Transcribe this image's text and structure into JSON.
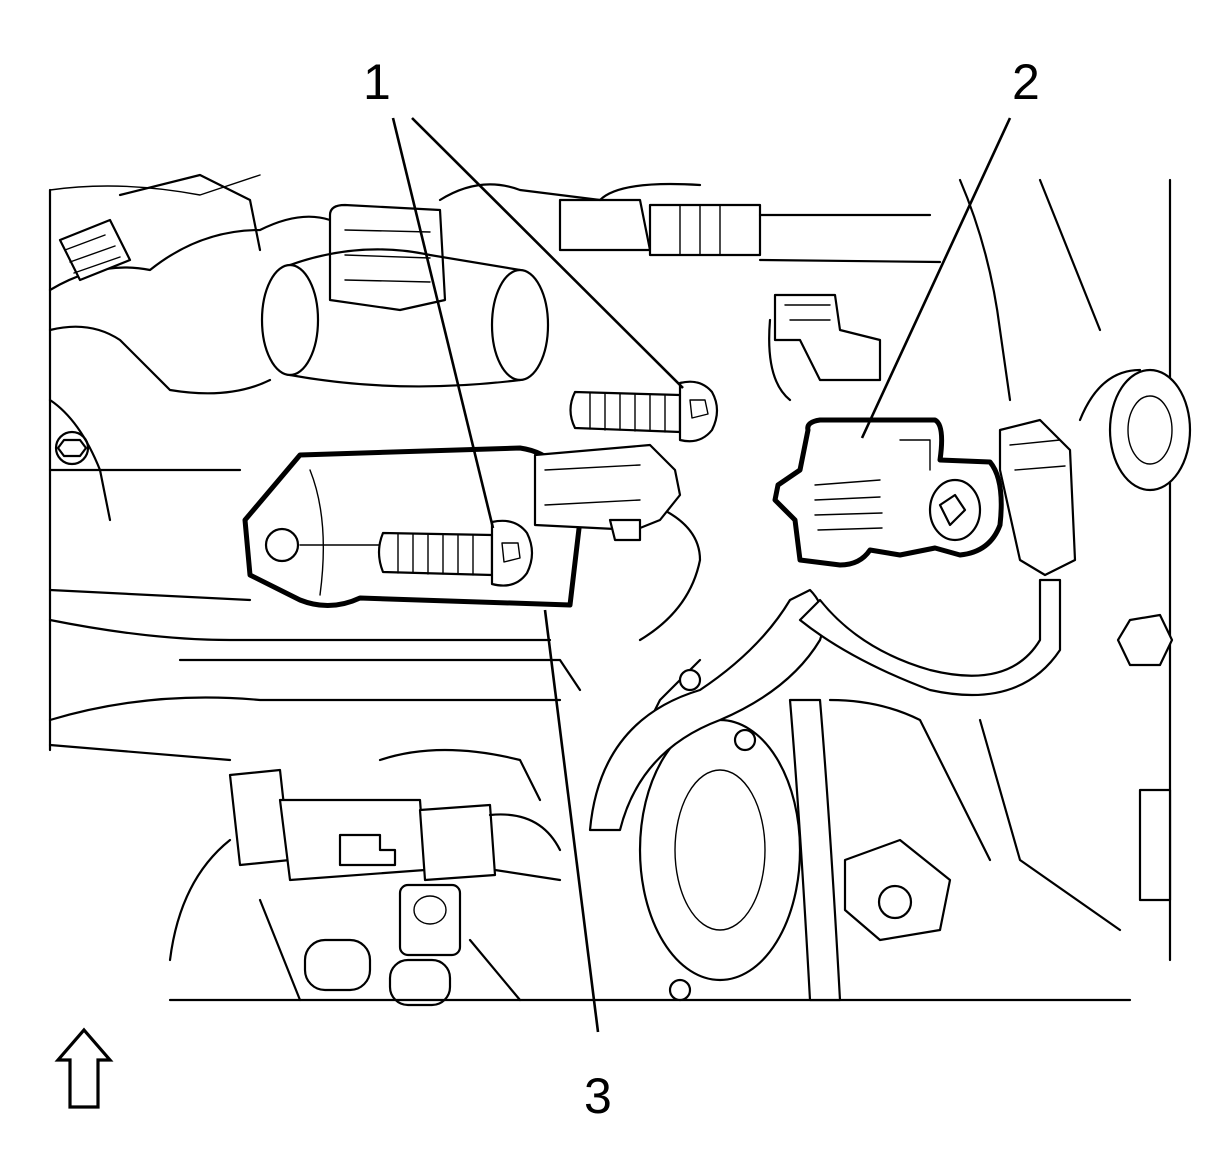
{
  "callouts": [
    {
      "id": "1",
      "label": "1"
    },
    {
      "id": "2",
      "label": "2"
    },
    {
      "id": "3",
      "label": "3"
    }
  ],
  "orientation_arrow": {
    "icon": "up-arrow-icon"
  }
}
